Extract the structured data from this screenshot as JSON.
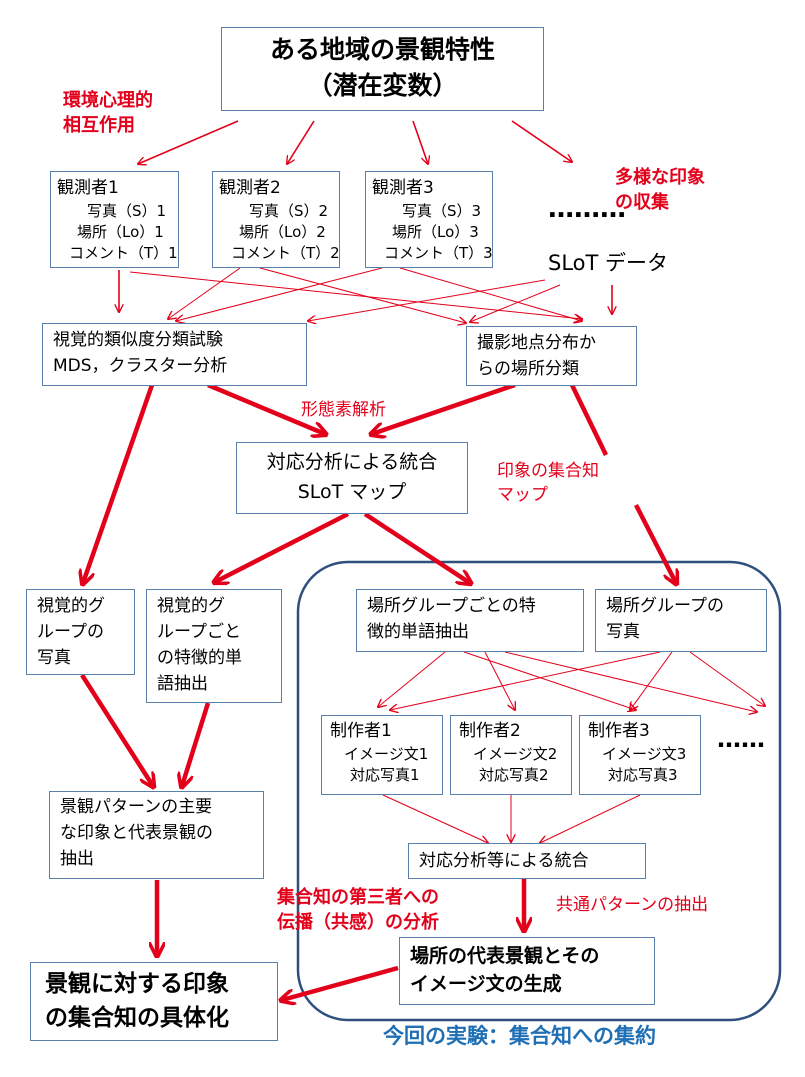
{
  "top": {
    "line1": "ある地域の景観特性",
    "line2": "（潜在変数）"
  },
  "env_label": {
    "line1": "環境心理的",
    "line2": "相互作用"
  },
  "diverse_label": {
    "line1": "多様な印象",
    "line2": "の収集"
  },
  "observers": [
    {
      "name": "観測者1",
      "photo": "写真（S）1",
      "place": "場所（Lo）1",
      "comment": "コメント（T）1"
    },
    {
      "name": "観測者2",
      "photo": "写真（S）2",
      "place": "場所（Lo）2",
      "comment": "コメント（T）2"
    },
    {
      "name": "観測者3",
      "photo": "写真（S）3",
      "place": "場所（Lo）3",
      "comment": "コメント（T）3"
    }
  ],
  "dots_top": "………",
  "slot_data": "SLoT データ",
  "visual_test": {
    "line1": "視覚的類似度分類試験",
    "line2": "MDS，クラスター分析"
  },
  "location_class": {
    "line1": "撮影地点分布か",
    "line2": "らの場所分類"
  },
  "morph_label": "形態素解析",
  "integration": {
    "line1": "対応分析による統合",
    "line2": "SLoT マップ"
  },
  "collective_map_label": {
    "line1": "印象の集合知",
    "line2": "マップ"
  },
  "visual_group_photo": {
    "line1": "視覚的グ",
    "line2": "ループの",
    "line3": "写真"
  },
  "visual_group_words": {
    "line1": "視覚的グ",
    "line2": "ループごと",
    "line3": "の特徴的単",
    "line4": "語抽出"
  },
  "place_group_words": {
    "line1": "場所グループごとの特",
    "line2": "徴的単語抽出"
  },
  "place_group_photo": {
    "line1": "場所グループの",
    "line2": "写真"
  },
  "makers": [
    {
      "name": "制作者1",
      "text": "イメージ文1",
      "photo": "対応写真1"
    },
    {
      "name": "制作者2",
      "text": "イメージ文2",
      "photo": "対応写真2"
    },
    {
      "name": "制作者3",
      "text": "イメージ文3",
      "photo": "対応写真3"
    }
  ],
  "dots_mid": "……",
  "landscape_pattern": {
    "line1": "景観パターンの主要",
    "line2": "な印象と代表景観の",
    "line3": "抽出"
  },
  "ca_integration": "対応分析等による統合",
  "propagation_label": {
    "line1": "集合知の第三者への",
    "line2": "伝播（共感）の分析"
  },
  "common_pattern_label": "共通パターンの抽出",
  "rep_landscape": {
    "line1": "場所の代表景観とその",
    "line2": "イメージ文の生成"
  },
  "final": {
    "line1": "景観に対する印象",
    "line2": "の集合知の具体化"
  },
  "experiment_label": "今回の実験：集合知への集約",
  "colors": {
    "red": "#e3001b",
    "box_border": "#5a7fa8",
    "group_border": "#2f4f7f",
    "blue_text": "#1f6fb5"
  }
}
